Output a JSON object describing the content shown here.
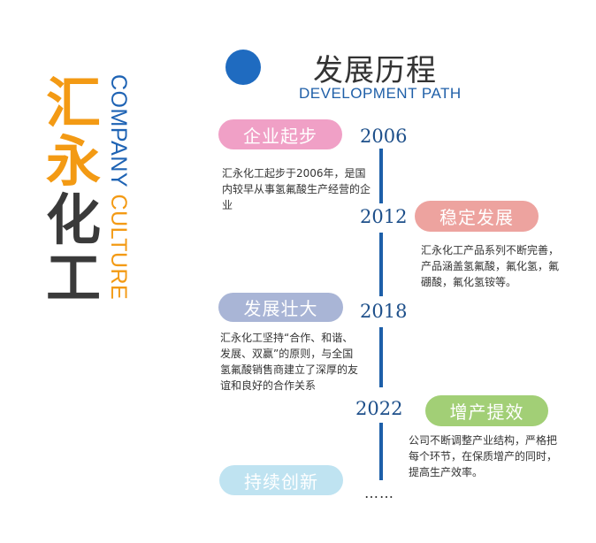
{
  "brand": {
    "chars": [
      "汇",
      "永",
      "化",
      "工"
    ],
    "en_word1": "COMPANY",
    "en_word2": "CULTURE"
  },
  "header": {
    "title_cn": "发展历程",
    "title_en": "DEVELOPMENT PATH"
  },
  "milestones": [
    {
      "tag": "企业起步",
      "year": "2006",
      "text": "汇永化工起步于2006年，是国内较早从事氢氟酸生产经营的企业"
    },
    {
      "tag": "稳定发展",
      "year": "2012",
      "text": "汇永化工产品系列不断完善，产品涵盖氢氟酸，氟化氢，氟硼酸，氟化氢铵等。"
    },
    {
      "tag": "发展壮大",
      "year": "2018",
      "text": "汇永化工坚持“合作、和谐、发展、双赢”的原则，与全国氢氟酸销售商建立了深厚的友谊和良好的合作关系"
    },
    {
      "tag": "增产提效",
      "year": "2022",
      "text": "公司不断调整产业结构，严格把每个环节，在保质增产的同时，提高生产效率。"
    },
    {
      "tag": "持续创新"
    }
  ],
  "continuation": "……",
  "colors": {
    "brand_orange": "#f39a14",
    "brand_dark": "#3a3a3a",
    "timeline_blue": "#1d5fa9",
    "pill_pink": "#f0a0c6",
    "pill_salmon": "#eda39f",
    "pill_lavender": "#a9b5d6",
    "pill_green": "#a2cf76",
    "pill_lightblue": "#bfe3f1"
  }
}
